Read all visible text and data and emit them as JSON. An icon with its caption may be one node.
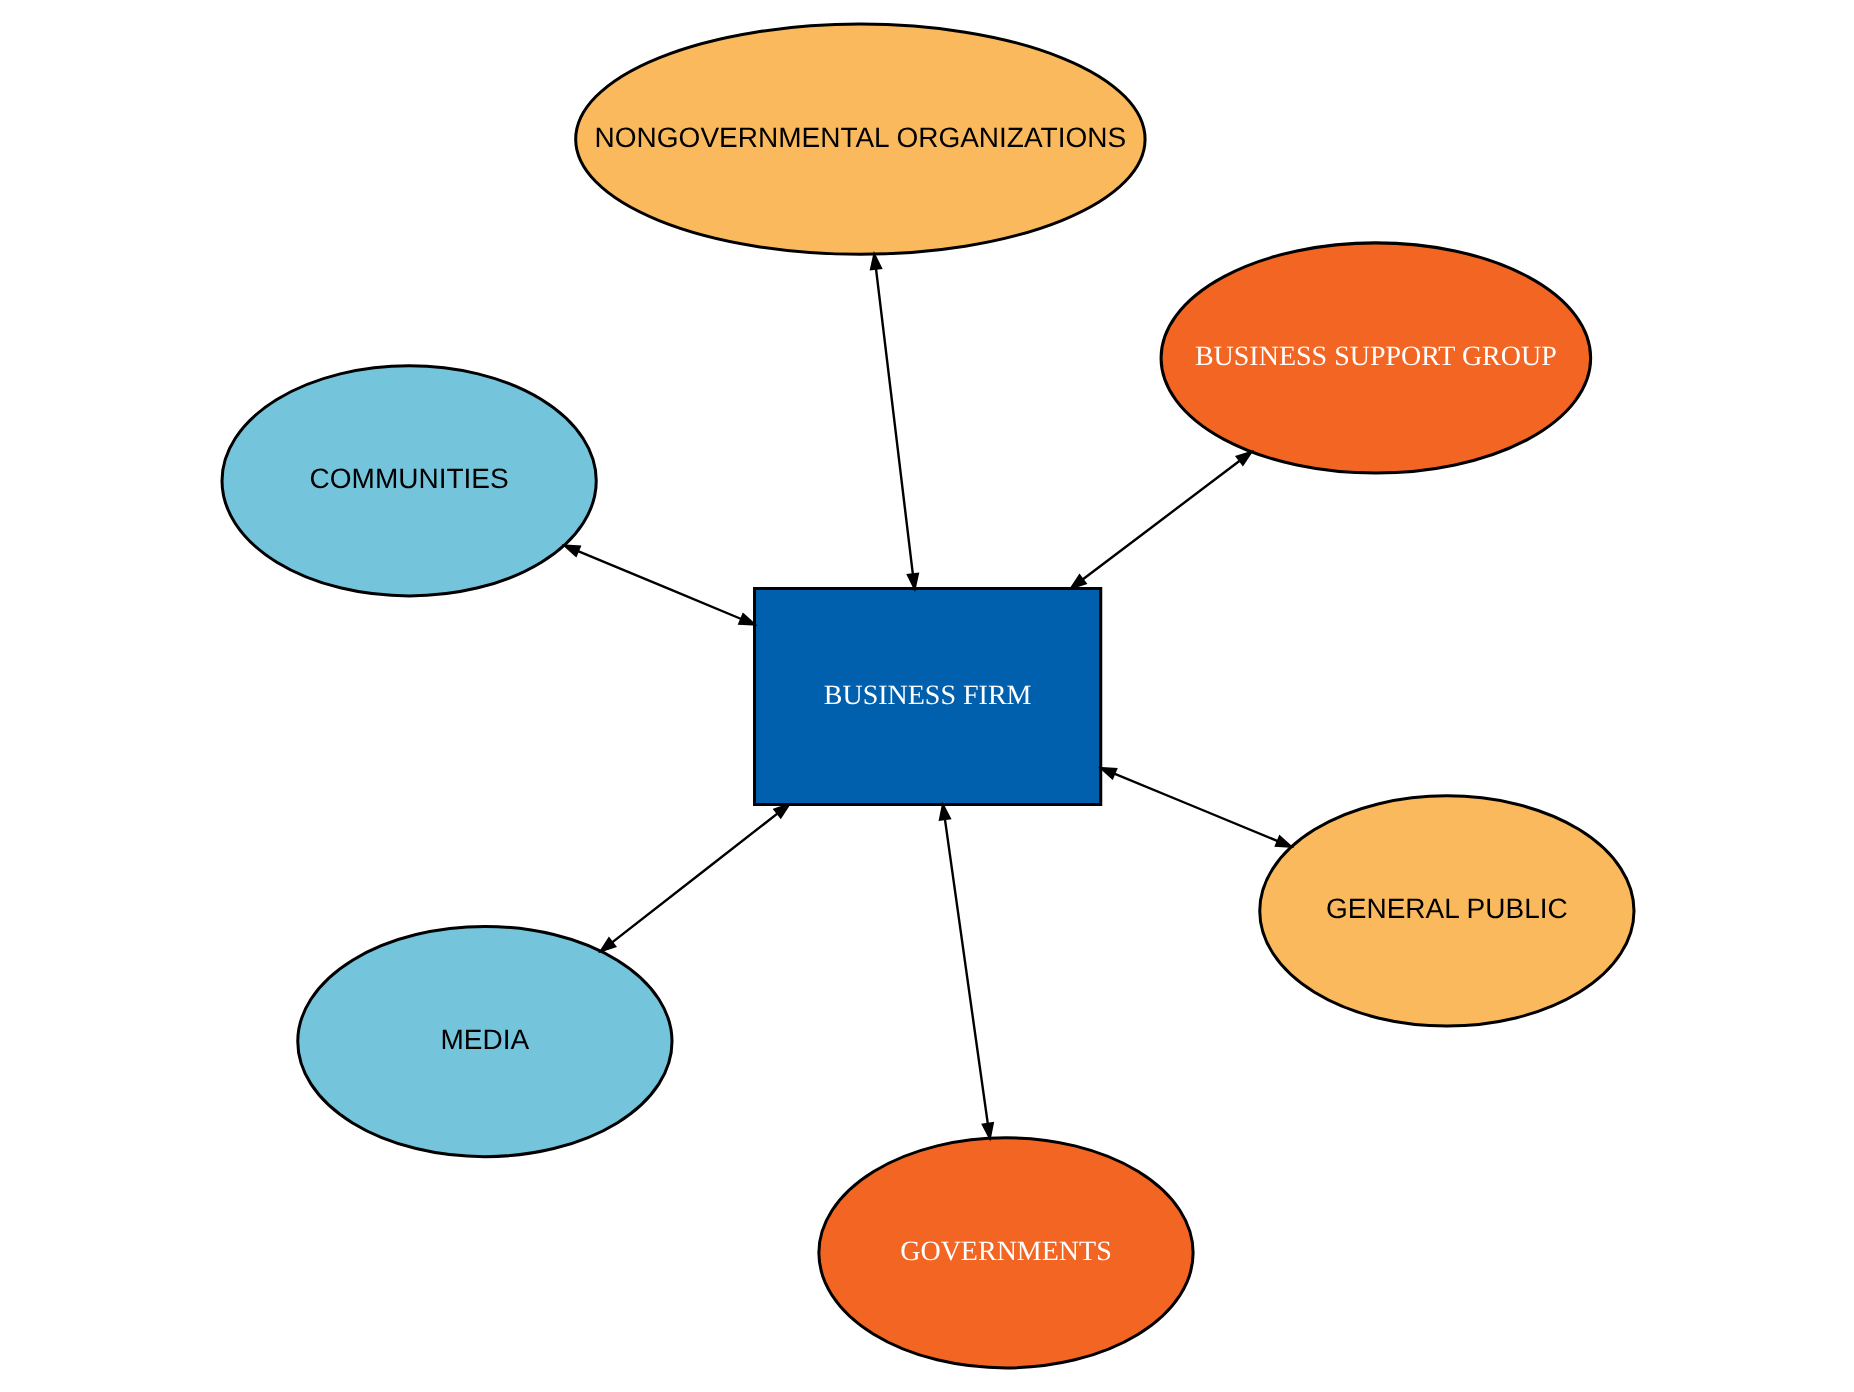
{
  "diagram": {
    "nodes": [
      {
        "text": [
          "COMMUNITIES"
        ]
      },
      {
        "text": [
          "GENERAL PUBLIC"
        ]
      },
      {
        "text": [
          "GOVERNMENTS"
        ]
      },
      {
        "text": [
          "BUSINESS FIRM"
        ]
      },
      {
        "text": [
          "BUSINESS SUPPORT GROUP"
        ]
      },
      {
        "text": [
          "NONGOVERNMENTAL ORGANIZATIONS"
        ]
      },
      {
        "text": [
          "MEDIA"
        ]
      }
    ],
    "edges": [
      {
        "from": 3,
        "to": 0,
        "arrow": "both"
      },
      {
        "from": 3,
        "to": 1,
        "arrow": "both"
      },
      {
        "from": 3,
        "to": 2,
        "arrow": "both"
      },
      {
        "from": 3,
        "to": 4,
        "arrow": "both"
      },
      {
        "from": 3,
        "to": 5,
        "arrow": "both"
      },
      {
        "from": 3,
        "to": 6,
        "arrow": "both"
      }
    ]
  }
}
